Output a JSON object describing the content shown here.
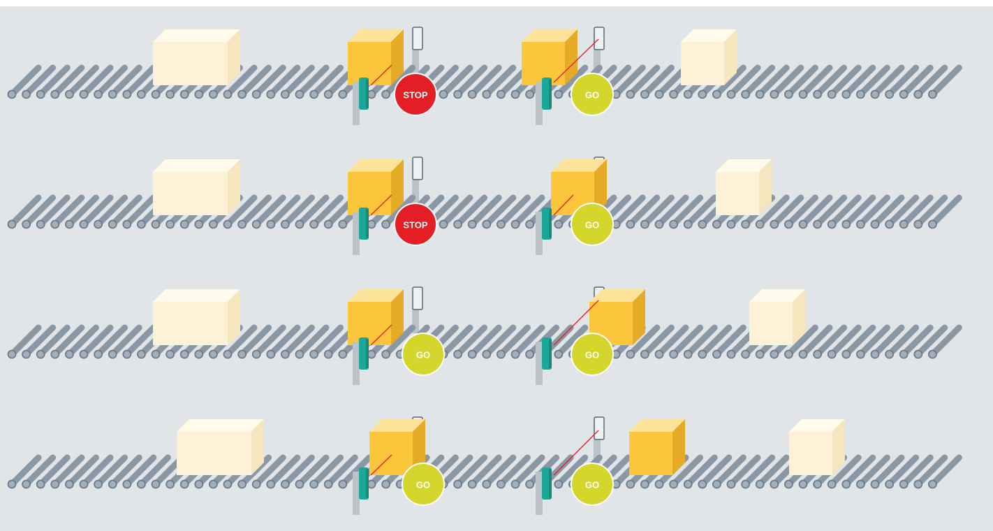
{
  "colors": {
    "background": "#e1e5e8",
    "roller": "#8a98a6",
    "roller_dark": "#6c7a88",
    "post": "#bcc3c8",
    "box_light": "#fdf2d8",
    "box_yellow": "#fbc63c",
    "sensor": "#1aa898",
    "laser": "#e8202a",
    "stop": "#e31e24",
    "go": "#d5d62b"
  },
  "rows": [
    {
      "signals": [
        {
          "state": "stop",
          "label": "STOP"
        },
        {
          "state": "go",
          "label": "GO"
        }
      ]
    },
    {
      "signals": [
        {
          "state": "stop",
          "label": "STOP"
        },
        {
          "state": "go",
          "label": "GO"
        }
      ]
    },
    {
      "signals": [
        {
          "state": "go",
          "label": "GO"
        },
        {
          "state": "go",
          "label": "GO"
        }
      ]
    },
    {
      "signals": [
        {
          "state": "go",
          "label": "GO"
        },
        {
          "state": "go",
          "label": "GO"
        }
      ]
    }
  ]
}
